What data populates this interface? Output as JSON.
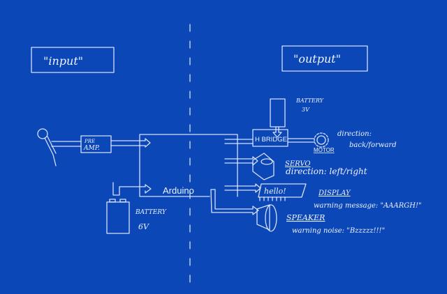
{
  "sections": {
    "input": "\"input\"",
    "output": "\"output\""
  },
  "preamp": {
    "line1": "PRE",
    "line2": "AMP."
  },
  "arduino": "Arduino",
  "battery_main": {
    "label": "BATTERY",
    "voltage": "6V"
  },
  "battery_motor": {
    "label": "BATTERY",
    "voltage": "3V"
  },
  "hbridge": "H BRIDGE",
  "motor": {
    "label": "MOTOR",
    "desc1": "direction:",
    "desc2": "back/forward"
  },
  "servo": {
    "label": "SERVO",
    "desc": "direction: left/right"
  },
  "display": {
    "screen_text": "hello!",
    "label": "DISPLAY",
    "desc": "warning message: \"AAARGH!\""
  },
  "speaker": {
    "label": "SPEAKER",
    "desc": "warning noise:  \"Bzzzzz!!!\""
  },
  "colors": {
    "background": "#0b47b7",
    "ink": "#eef3ff"
  }
}
